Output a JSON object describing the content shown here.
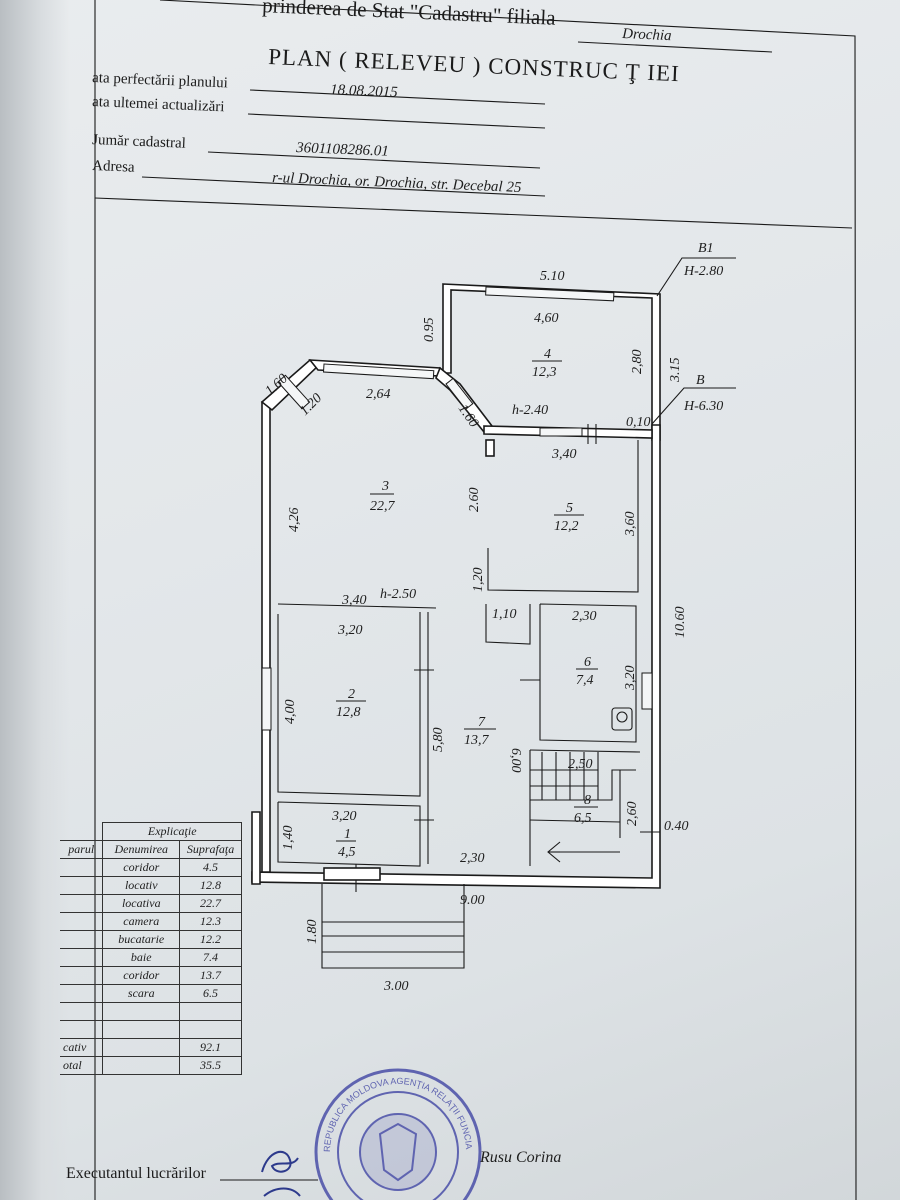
{
  "header": {
    "institution": "prinderea de Stat \"Cadastru\" filiala",
    "branch": "Drochia",
    "title": "PLAN ( RELEVEU ) CONSTRUC Ţ IEI",
    "fields": [
      {
        "label": "ata perfectării planului",
        "value": "18.08.2015"
      },
      {
        "label": "ata ultemei actualizări",
        "value": ""
      },
      {
        "label": "Jumăr cadastral",
        "value": "3601108286.01"
      },
      {
        "label": "Adresa",
        "value": "r-ul Drochia, or. Drochia, str. Decebal 25"
      }
    ]
  },
  "plan": {
    "labels": {
      "b1": "B1",
      "h280": "H-2.80",
      "b": "B",
      "h630": "H-6.30",
      "h240": "h-2.40",
      "h250": "h-2.50"
    },
    "dims": {
      "d510": "5.10",
      "d460": "4,60",
      "d095": "0.95",
      "d280": "2,80",
      "d315": "3.15",
      "d160": "1.60",
      "d120a": "1.20",
      "d264": "2,64",
      "d160b": "1.60",
      "d010": "0,10",
      "d340": "3,40",
      "d426": "4,26",
      "d260": "2.60",
      "d360": "3,60",
      "d120b": "1,20",
      "d340b": "3,40",
      "d110": "1,10",
      "d230": "2,30",
      "d1060": "10.60",
      "d320": "3,20",
      "d320b": "3,20",
      "d400": "4,00",
      "d580": "5,80",
      "d600": "6,00",
      "d250": "2,50",
      "d260b": "2,60",
      "d040": "0.40",
      "d320c": "3,20",
      "d140": "1,40",
      "d230b": "2,30",
      "d900": "9.00",
      "d180": "1.80",
      "d300": "3.00"
    },
    "rooms": [
      {
        "num": "1",
        "area": "4,5"
      },
      {
        "num": "2",
        "area": "12,8"
      },
      {
        "num": "3",
        "area": "22,7"
      },
      {
        "num": "4",
        "area": "12,3"
      },
      {
        "num": "5",
        "area": "12,2"
      },
      {
        "num": "6",
        "area": "7,4"
      },
      {
        "num": "7",
        "area": "13,7"
      },
      {
        "num": "8",
        "area": "6,5"
      }
    ]
  },
  "legend": {
    "title": "Explicaţie",
    "headers": [
      "parul",
      "Denumirea",
      "Suprafaţa"
    ],
    "rows": [
      {
        "no": "",
        "name": "coridor",
        "area": "4.5"
      },
      {
        "no": "",
        "name": "locativ",
        "area": "12.8"
      },
      {
        "no": "",
        "name": "locativa",
        "area": "22.7"
      },
      {
        "no": "",
        "name": "camera",
        "area": "12.3"
      },
      {
        "no": "",
        "name": "bucatarie",
        "area": "12.2"
      },
      {
        "no": "",
        "name": "baie",
        "area": "7.4"
      },
      {
        "no": "",
        "name": "coridor",
        "area": "13.7"
      },
      {
        "no": "",
        "name": "scara",
        "area": "6.5"
      },
      {
        "no": "",
        "name": "",
        "area": ""
      },
      {
        "no": "",
        "name": "",
        "area": ""
      }
    ],
    "totals": [
      {
        "label": "cativ",
        "value": "92.1"
      },
      {
        "label": "otal",
        "value": "35.5"
      }
    ]
  },
  "footer": {
    "executor_label": "Executantul lucrărilor",
    "executor_name": "Rusu Corina",
    "stamp_text": "REPUBLICA MOLDOVA AGENŢIA RELAŢII FUNCIARE ŞI CADASTRU OFICIUL CADASTRAL TERITORIAL DROCHIA FILIALA"
  },
  "colors": {
    "paper": "#e6eaec",
    "ink": "#1e1e1e",
    "stamp": "#4a4fa8"
  }
}
